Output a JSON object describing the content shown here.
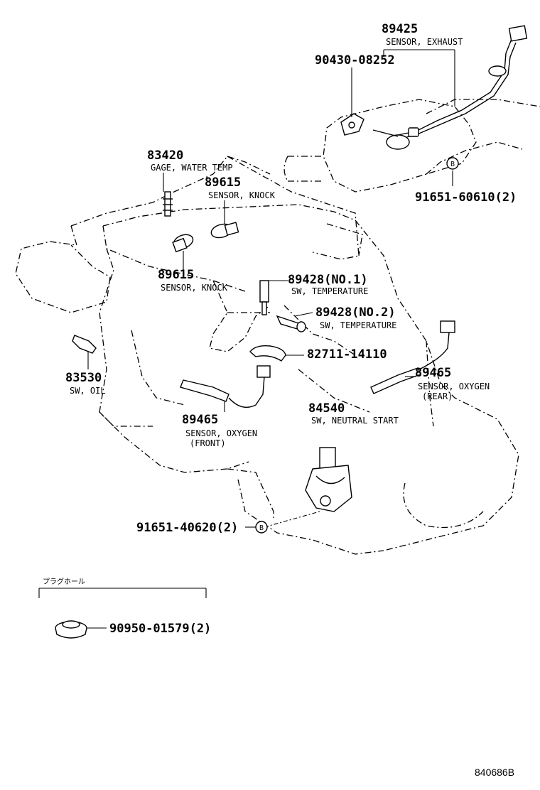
{
  "callouts": {
    "sensor_exhaust": {
      "part_no": "89425",
      "name": "SENSOR, EXHAUST"
    },
    "exhaust_gasket": {
      "part_no": "90430-08252"
    },
    "exhaust_bolt": {
      "part_no": "91651-60610(2)",
      "circle_label": "B"
    },
    "gage_water_temp": {
      "part_no": "83420",
      "name": "GAGE, WATER TEMP"
    },
    "knock_sensor_upper": {
      "part_no": "89615",
      "name": "SENSOR, KNOCK"
    },
    "knock_sensor_lower": {
      "part_no": "89615",
      "name": "SENSOR, KNOCK"
    },
    "temp_switch_1": {
      "part_no": "89428(NO.1)",
      "name": "SW, TEMPERATURE"
    },
    "temp_switch_2": {
      "part_no": "89428(NO.2)",
      "name": "SW, TEMPERATURE"
    },
    "clamp": {
      "part_no": "82711-14110"
    },
    "oil_switch": {
      "part_no": "83530",
      "name": "SW, OIL"
    },
    "oxygen_sensor_rear": {
      "part_no": "89465",
      "name": "SENSOR, OXYGEN",
      "position": "(REAR)"
    },
    "oxygen_sensor_front": {
      "part_no": "89465",
      "name": "SENSOR, OXYGEN",
      "position": "(FRONT)"
    },
    "neutral_start_switch": {
      "part_no": "84540",
      "name": "SW, NEUTRAL START"
    },
    "neutral_bolt": {
      "part_no": "91651-40620(2)",
      "circle_label": "B"
    }
  },
  "grommet_section": {
    "title": "プラグホール",
    "part_no": "90950-01579(2)"
  },
  "figure_id": "840686B"
}
